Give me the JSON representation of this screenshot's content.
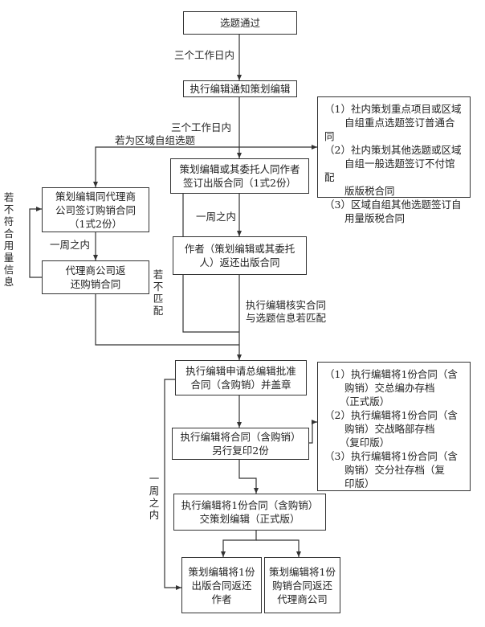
{
  "nodes": {
    "start": [
      "选题通过"
    ],
    "notify": [
      "执行编辑通知策划编辑"
    ],
    "notes_top": [
      "（1）社内策划重点项目或区域",
      "　　自组重点选题签订普通合同",
      "（2）社内策划其他选题或区域",
      "　　自组一般选题签订不付馆配",
      "　　版版税合同",
      "（3）区域自组其他选题签订自",
      "　　用量版税合同"
    ],
    "sign_publish": [
      "策划编辑或其委托人同作者",
      "签订出版合同（1式2份）"
    ],
    "sign_agent": [
      "策划编辑同代理商",
      "公司签订购销合同",
      "（1式2份）"
    ],
    "author_return": [
      "作者（策划编辑或其委托",
      "人）返还出版合同"
    ],
    "agent_return": [
      "代理商公司返",
      "还购销合同"
    ],
    "apply": [
      "执行编辑申请总编辑批准",
      "合同（含购销）并盖章"
    ],
    "notes_mid": [
      "（1）执行编辑将1份合同（含",
      "　　购销）交总编办存档",
      "　　（正式版）",
      "（2）执行编辑将1份合同（含",
      "　　购销）交战略部存档",
      "　　（复印版）",
      "（3）执行编辑将1份合同（含",
      "　　购销）交分社存档（复",
      "　　印版）"
    ],
    "copy": [
      "执行编辑将合同（含购销）",
      "另行复印2份"
    ],
    "deliver": [
      "执行编辑将1份合同（含购销）",
      "交策划编辑（正式版）"
    ],
    "return_author": [
      "策划编辑将1份",
      "出版合同返还",
      "作者"
    ],
    "return_agent": [
      "策划编辑将1份",
      "购销合同返还",
      "代理商公司"
    ]
  },
  "labels": {
    "three_days_1": "三个工作日内",
    "three_days_2": "三个工作日内",
    "regional": "若为区域自组选题",
    "one_week_1": "一周之内",
    "one_week_2": "一周之内",
    "verify": [
      "执行编辑核实合同",
      "与选题信息若匹配"
    ],
    "not_match": "若不匹配",
    "not_conform": "若不符合用量信息",
    "one_week_vertical": "一周之内"
  }
}
